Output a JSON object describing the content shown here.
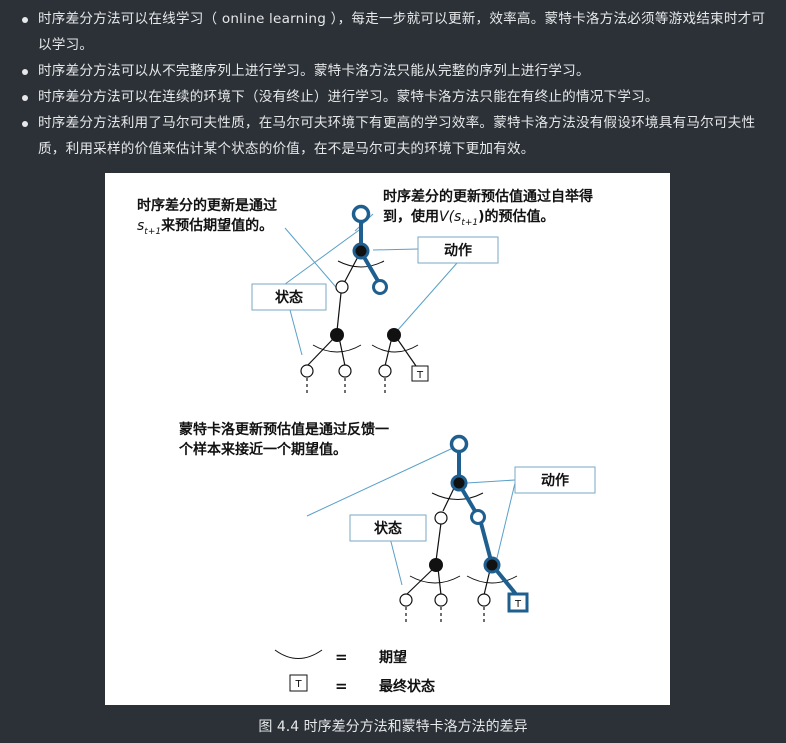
{
  "bullets": [
    "时序差分方法可以在线学习（ online learning ），每走一步就可以更新，效率高。蒙特卡洛方法必须等游戏结束时才可以学习。",
    "时序差分方法可以从不完整序列上进行学习。蒙特卡洛方法只能从完整的序列上进行学习。",
    "时序差分方法可以在连续的环境下（没有终止）进行学习。蒙特卡洛方法只能在有终止的情况下学习。",
    "时序差分方法利用了马尔可夫性质，在马尔可夫环境下有更高的学习效率。蒙特卡洛方法没有假设环境具有马尔可夫性质，利用采样的价值来估计某个状态的价值，在不是马尔可夫的环境下更加有效。"
  ],
  "figure": {
    "td": {
      "note1_line1": "时序差分的更新是通过",
      "note1_line2": "来预估期望值的。",
      "note1_symbol": "s",
      "note1_sub": "t+1",
      "note2_line1": "时序差分的更新预估值通过自举得",
      "note2_prefix": "到，使用",
      "note2_V": "V(s",
      "note2_sub": "t+1",
      "note2_suffix": ")的预估值。",
      "action_label": "动作",
      "state_label": "状态"
    },
    "mc": {
      "note_line1": "蒙特卡洛更新预估值是通过反馈一",
      "note_line2": "个样本来接近一个期望值。",
      "action_label": "动作",
      "state_label": "状态"
    },
    "legend": {
      "eq1": "=",
      "label1": "期望",
      "eq2": "=",
      "label2": "最终状态",
      "t_symbol": "T"
    },
    "terminal_symbol": "T"
  },
  "caption": "图 4.4 时序差分方法和蒙特卡洛方法的差异",
  "colors": {
    "accent": "#1f5f8f",
    "callout": "#5aa0c8"
  }
}
